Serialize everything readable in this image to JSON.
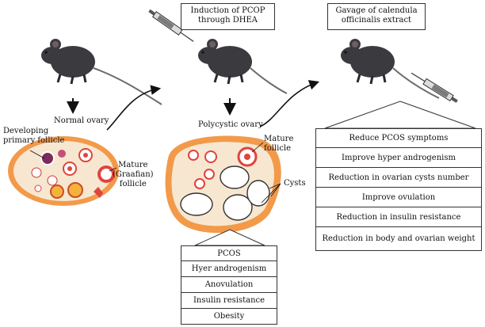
{
  "labels": {
    "normal_ovary": "Normal ovary",
    "developing_follicle": "Developing\nprimary follicle",
    "mature_follicle_normal": "Mature\n(Graafian)\nfollicle",
    "polycystic_ovary": "Polycystic ovary",
    "mature_follicle_pcos": "Mature\nfollicle",
    "cysts": "Cysts"
  },
  "boxes": {
    "induction": "Induction of PCOP\nthrough DHEA",
    "gavage": "Gavage of calendula\nofficinalis extract"
  },
  "pcos_features": [
    "PCOS",
    "Hyer androgenism",
    "Anovulation",
    "Insulin resistance",
    "Obesity"
  ],
  "treatment_effects": [
    "Reduce PCOS symptoms",
    "Improve hyper androgenism",
    "Reduction in ovarian cysts number",
    "Improve ovulation",
    "Reduction in insulin resistance",
    "Reduction in body and ovarian weight"
  ],
  "colors": {
    "ovary_outer": "#f29a4a",
    "ovary_inner": "#f7e7d0",
    "follicle_red": "#e0443e",
    "mouse": "#3b3b3f"
  },
  "icons": [
    "mouse-icon",
    "syringe-icon",
    "curved-arrow-icon",
    "down-arrow-icon"
  ]
}
